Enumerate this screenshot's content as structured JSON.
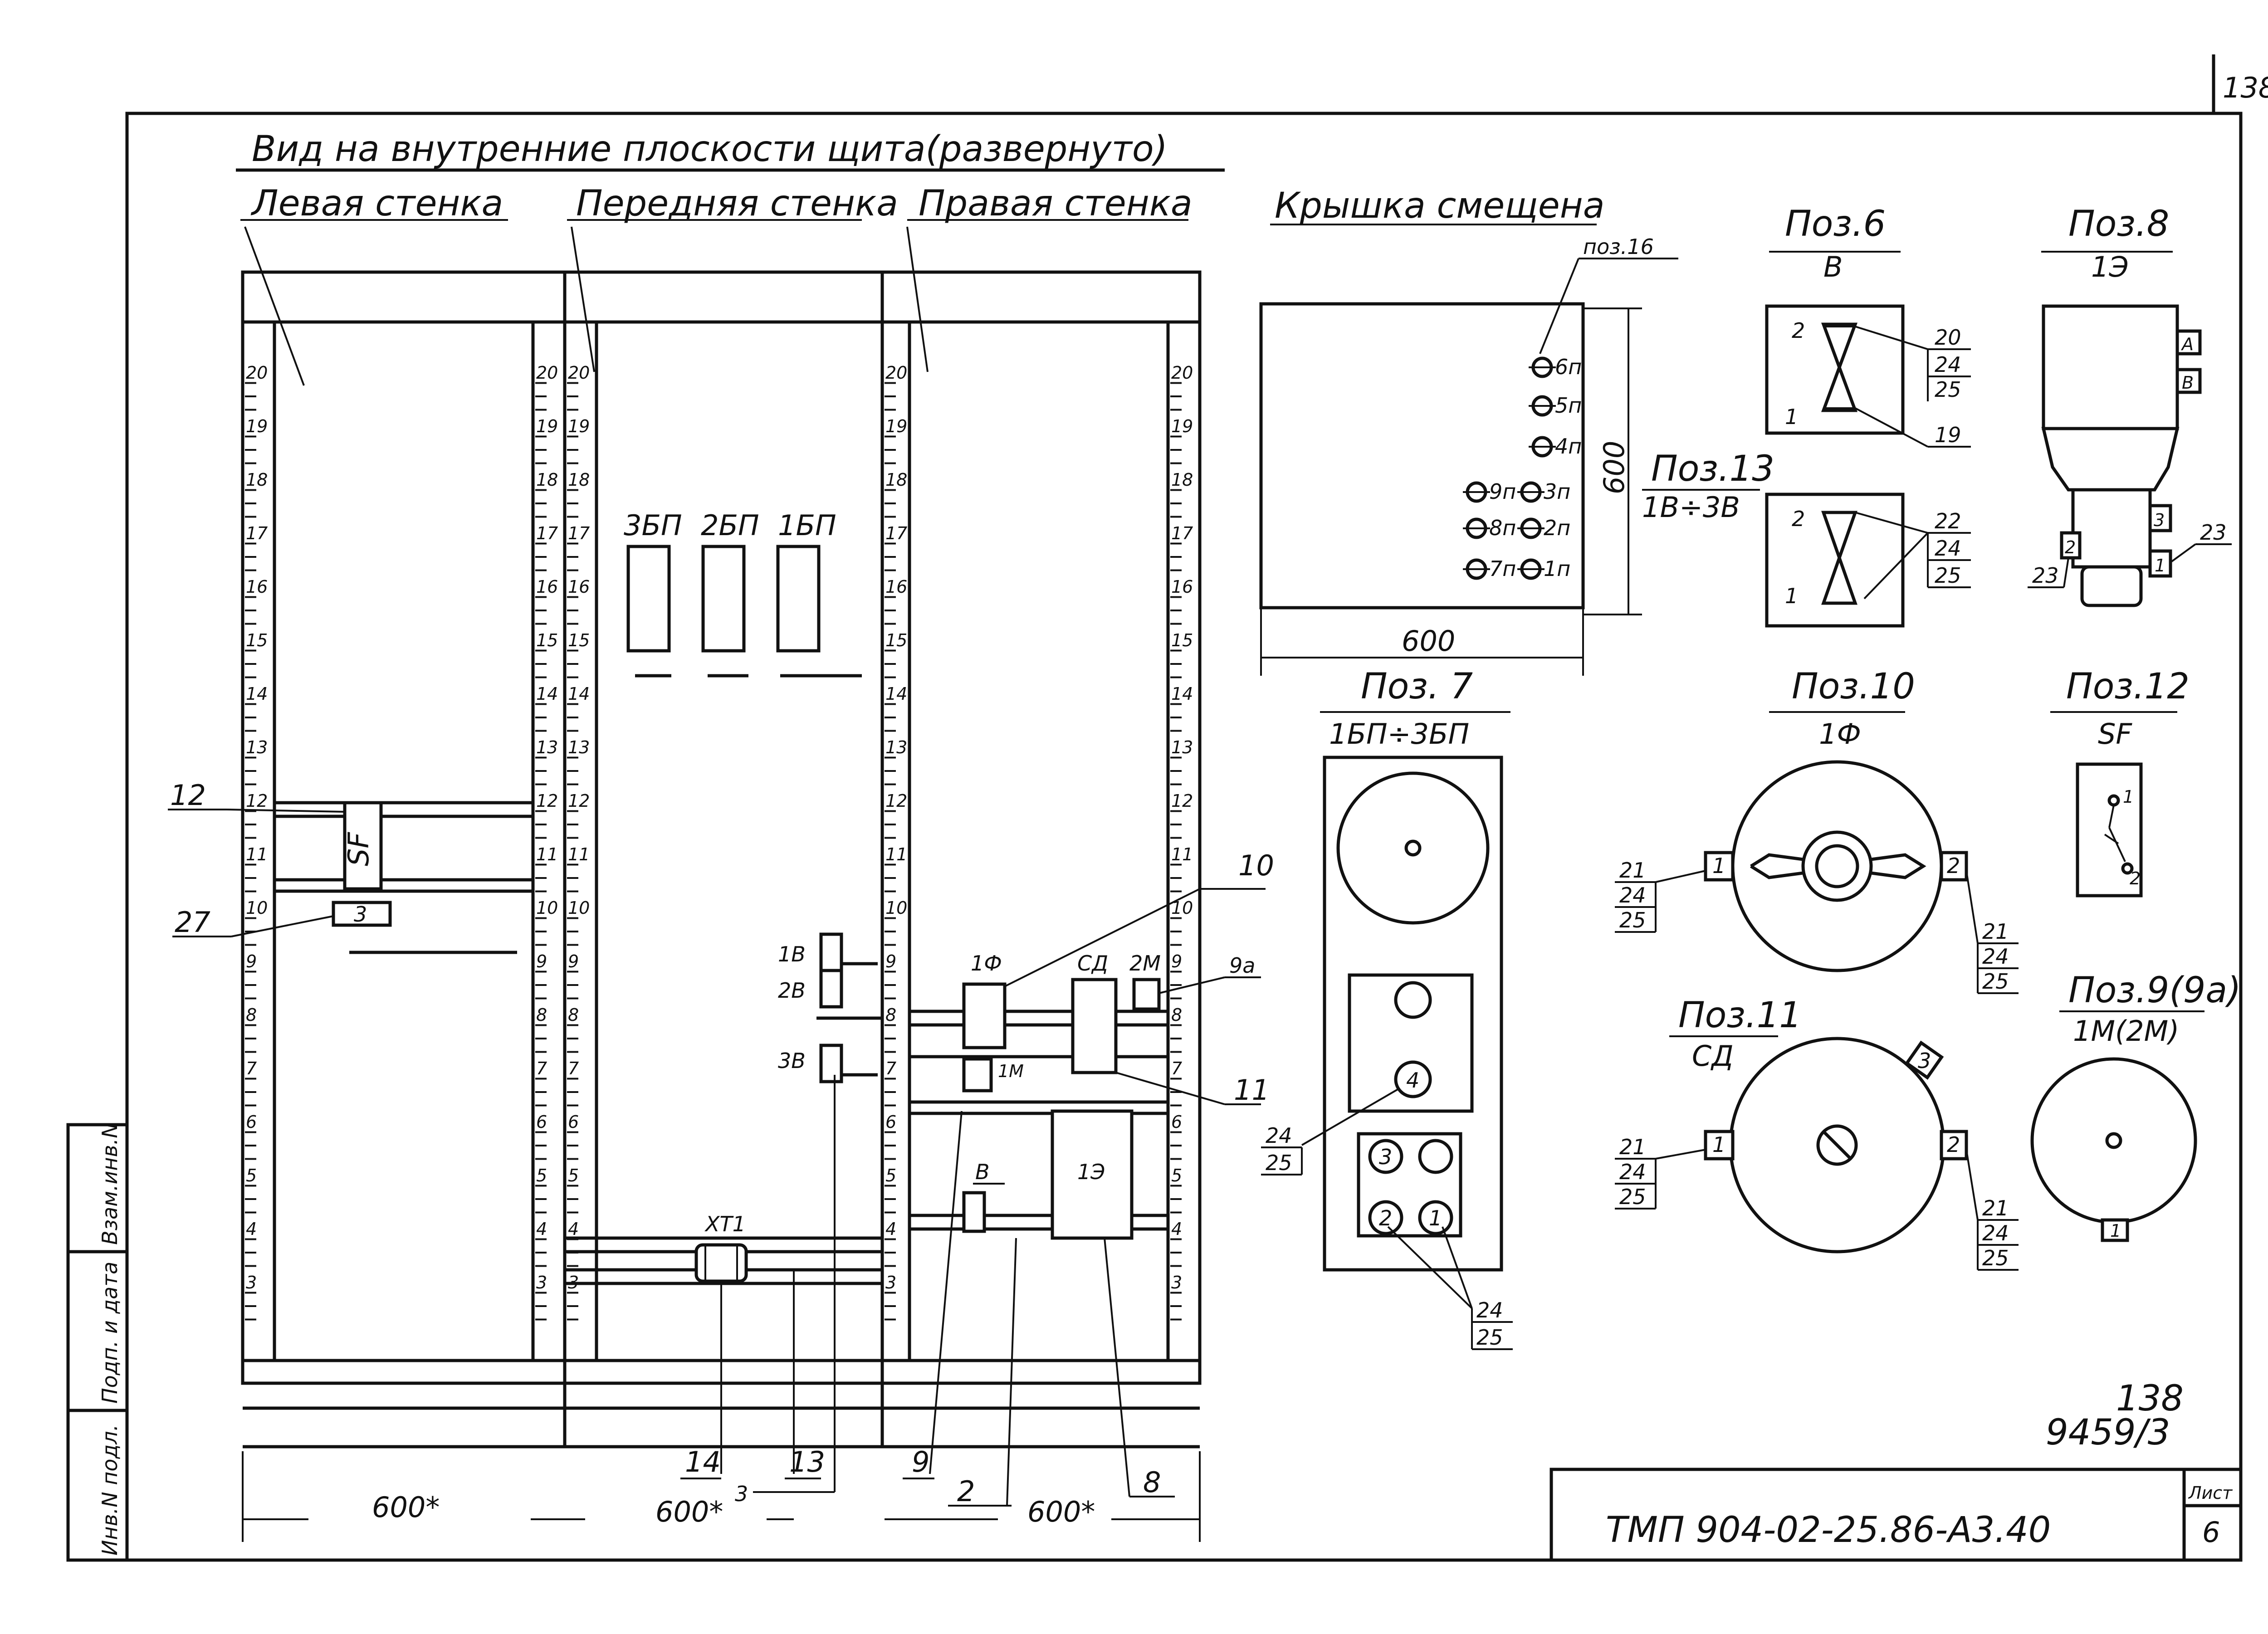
{
  "sheet_number_top": "138",
  "title": "Вид на внутренние плоскости щита(развернуто)",
  "walls": {
    "left": "Левая стенка",
    "front": "Передняя стенка",
    "right": "Правая стенка"
  },
  "rail_numbers": [
    "20",
    "19",
    "18",
    "17",
    "16",
    "15",
    "14",
    "13",
    "12",
    "11",
    "10",
    "9",
    "8",
    "7",
    "6",
    "5",
    "4",
    "3"
  ],
  "front_devices": [
    "3БП",
    "2БП",
    "1БП"
  ],
  "elements": {
    "sf": "SF",
    "l3": "3",
    "xt1": "XT1",
    "b1": "1В",
    "b2": "2В",
    "b3": "3В",
    "f1": "1Ф",
    "sd": "СД",
    "m2": "2М",
    "m1": "1М",
    "b": "В",
    "e1": "1Э"
  },
  "callouts": {
    "c12": "12",
    "c27": "27",
    "c10": "10",
    "c9a": "9а",
    "c11": "11",
    "c14": "14",
    "c3": "3",
    "c13": "13",
    "c9": "9",
    "c2": "2",
    "c8": "8"
  },
  "dimensions": {
    "width_star": "600*",
    "cover_w": "600",
    "cover_h": "600"
  },
  "cover": {
    "title": "Крышка смещена",
    "pos_ref": "поз.16",
    "lamps": [
      "6п",
      "5п",
      "4п",
      "9п",
      "3п",
      "8п",
      "2п",
      "7п",
      "1п"
    ]
  },
  "details": {
    "pos6": {
      "title": "Поз.6",
      "sub": "В",
      "n2": "2",
      "n1": "1",
      "refs": [
        "20",
        "24",
        "25"
      ],
      "ref19": "19"
    },
    "pos13": {
      "title": "Поз.13",
      "sub": "1В÷3В",
      "n2": "2",
      "n1": "1",
      "refs": [
        "22",
        "24",
        "25"
      ]
    },
    "pos8": {
      "title": "Поз.8",
      "sub": "1Э",
      "terms": [
        "А",
        "В",
        "3",
        "2",
        "1"
      ],
      "ref23a": "23",
      "ref23b": "23"
    },
    "pos7": {
      "title": "Поз. 7",
      "sub": "1БП÷3БП",
      "n4": "4",
      "n3": "3",
      "n2": "2",
      "n1": "1",
      "refsA": [
        "24",
        "25"
      ],
      "refsB": [
        "24",
        "25"
      ]
    },
    "pos10": {
      "title": "Поз.10",
      "sub": "1Ф",
      "tl": "1",
      "tr": "2",
      "refsL": [
        "21",
        "24",
        "25"
      ],
      "refsR": [
        "21",
        "24",
        "25"
      ]
    },
    "pos12": {
      "title": "Поз.12",
      "sub": "SF",
      "n1": "1",
      "n2": "2"
    },
    "pos11": {
      "title": "Поз.11",
      "sub": "СД",
      "tl": "1",
      "tr": "2",
      "tt": "3",
      "refsL": [
        "21",
        "24",
        "25"
      ],
      "refsR": [
        "21",
        "24",
        "25"
      ]
    },
    "pos9": {
      "title": "Поз.9(9а)",
      "sub": "1М(2М)",
      "t1": "1"
    }
  },
  "stamp": {
    "inv_no": "138",
    "doc_no": "9459/3",
    "code": "ТМП 904-02-25.86-А3.40",
    "sheet_label": "Лист",
    "sheet_no": "6",
    "side_cells": [
      "Взам.инв.N",
      "Подп. и дата",
      "Инв.N подл."
    ]
  }
}
